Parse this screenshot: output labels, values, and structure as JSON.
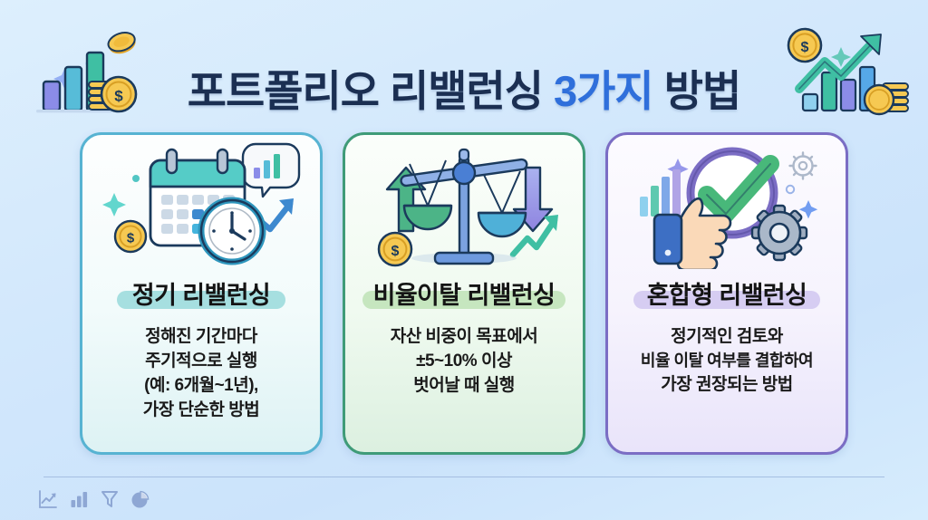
{
  "header": {
    "title_part1": "포트폴리오 리밸런싱 ",
    "title_accent": "3가지",
    "title_part2": " 방법",
    "accent_color": "#2f6fdb",
    "title_color": "#1b2f52",
    "decor_left": "bar-chart-coins-illustration",
    "decor_right": "growth-arrow-coins-illustration"
  },
  "background": {
    "color_top": "#ddeffd",
    "color_bottom": "#d6ecfd"
  },
  "cards": [
    {
      "id": "periodic",
      "illustration": "calendar-clock-chart-illustration",
      "title": "정기 리밸런싱",
      "highlight_color": "#a6dfe0",
      "border_color": "#57b3d2",
      "body_lines": [
        "정해진 기간마다",
        "주기적으로 실행",
        "(예: 6개월~1년),",
        "가장 단순한 방법"
      ]
    },
    {
      "id": "threshold",
      "illustration": "balance-scale-arrows-illustration",
      "title": "비율이탈 리밸런싱",
      "highlight_color": "#c6e6bf",
      "border_color": "#3f9b78",
      "body_lines": [
        "자산 비중이 목표에서",
        "±5~10% 이상",
        "벗어날 때 실행"
      ]
    },
    {
      "id": "hybrid",
      "illustration": "checkmark-thumbsup-gears-illustration",
      "title": "혼합형 리밸런싱",
      "highlight_color": "#d6cdf2",
      "border_color": "#7b6dc4",
      "body_lines": [
        "정기적인 검토와",
        "비율 이탈 여부를 결합하여",
        "가장 권장되는 방법"
      ]
    }
  ],
  "footer": {
    "icon_color": "#8ea7d4",
    "icons": [
      "line-chart-icon",
      "bar-chart-icon",
      "funnel-icon",
      "pie-chart-icon"
    ]
  }
}
